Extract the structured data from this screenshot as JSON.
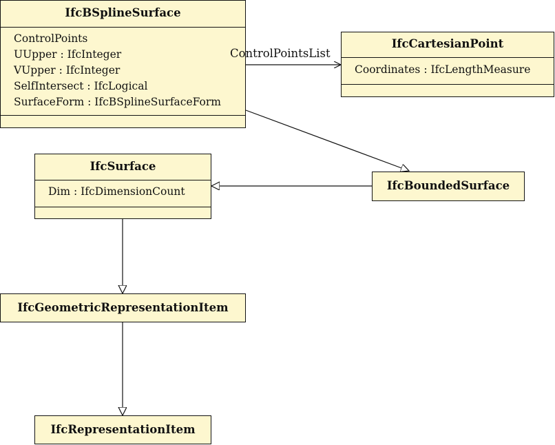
{
  "classes": {
    "bspline": {
      "name": "IfcBSplineSurface",
      "attributes": [
        "ControlPoints",
        "UUpper : IfcInteger",
        "VUpper : IfcInteger",
        "SelfIntersect : IfcLogical",
        "SurfaceForm : IfcBSplineSurfaceForm"
      ]
    },
    "cartesian_point": {
      "name": "IfcCartesianPoint",
      "attributes": [
        "Coordinates : IfcLengthMeasure"
      ]
    },
    "surface": {
      "name": "IfcSurface",
      "attributes": [
        "Dim : IfcDimensionCount"
      ]
    },
    "bounded_surface": {
      "name": "IfcBoundedSurface"
    },
    "geometric_representation_item": {
      "name": "IfcGeometricRepresentationItem"
    },
    "representation_item": {
      "name": "IfcRepresentationItem"
    }
  },
  "associations": {
    "control_points": {
      "label": "ControlPointsList"
    }
  },
  "colors": {
    "class_fill": "#fdf7cf",
    "stroke": "#111111"
  }
}
